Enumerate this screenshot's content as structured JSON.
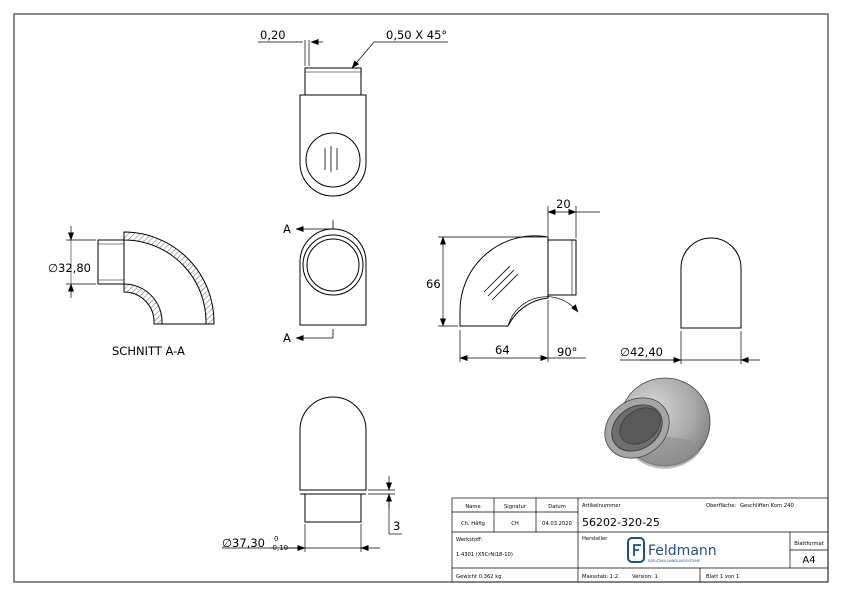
{
  "dimensions": {
    "chamfer_width": "0,20",
    "chamfer": "0,50 X 45°",
    "section_diameter": "32,80",
    "section_mark_top": "A",
    "section_mark_bottom": "A",
    "section_label": "SCHNITT A-A",
    "collar_length": "20",
    "height": "66",
    "width": "64",
    "angle": "90°",
    "outer_diameter": "42,40",
    "collar_diameter": "37,30",
    "tol_upper": "0",
    "tol_lower": "-0,10",
    "collar_height": "3"
  },
  "diameter_symbol": "∅",
  "title_block": {
    "headers": {
      "name": "Name",
      "signature": "Signatur",
      "date": "Datum"
    },
    "checked_by": "Ch. Häfig",
    "signature": "CH",
    "date": "04.03.2020",
    "article_label": "Artikelnummer",
    "surface_label": "Oberfläche:",
    "surface_value": "Geschliffen Korn 240",
    "article_number": "56202-320-25",
    "material_label": "Werkstoff:",
    "material_value": "1.4301 (X5CrNi18-10)",
    "manufacturer_label": "Hersteller",
    "logo_text": "Feldmann",
    "logo_tagline": "EDELSTAHL-HANDLAUFSYSTEME",
    "format_label": "Blattformat",
    "format_value": "A4",
    "weight": "Gewicht 0,362 kg",
    "scale": "Massstab: 1:2",
    "version": "Version: 1",
    "sheet": "Blatt 1 von 1"
  },
  "colors": {
    "line": "#000000",
    "logo": "#1f4e87",
    "iso_light": "#c8c8c8",
    "iso_mid": "#9a9a9a",
    "iso_dark": "#6e6e6e"
  }
}
